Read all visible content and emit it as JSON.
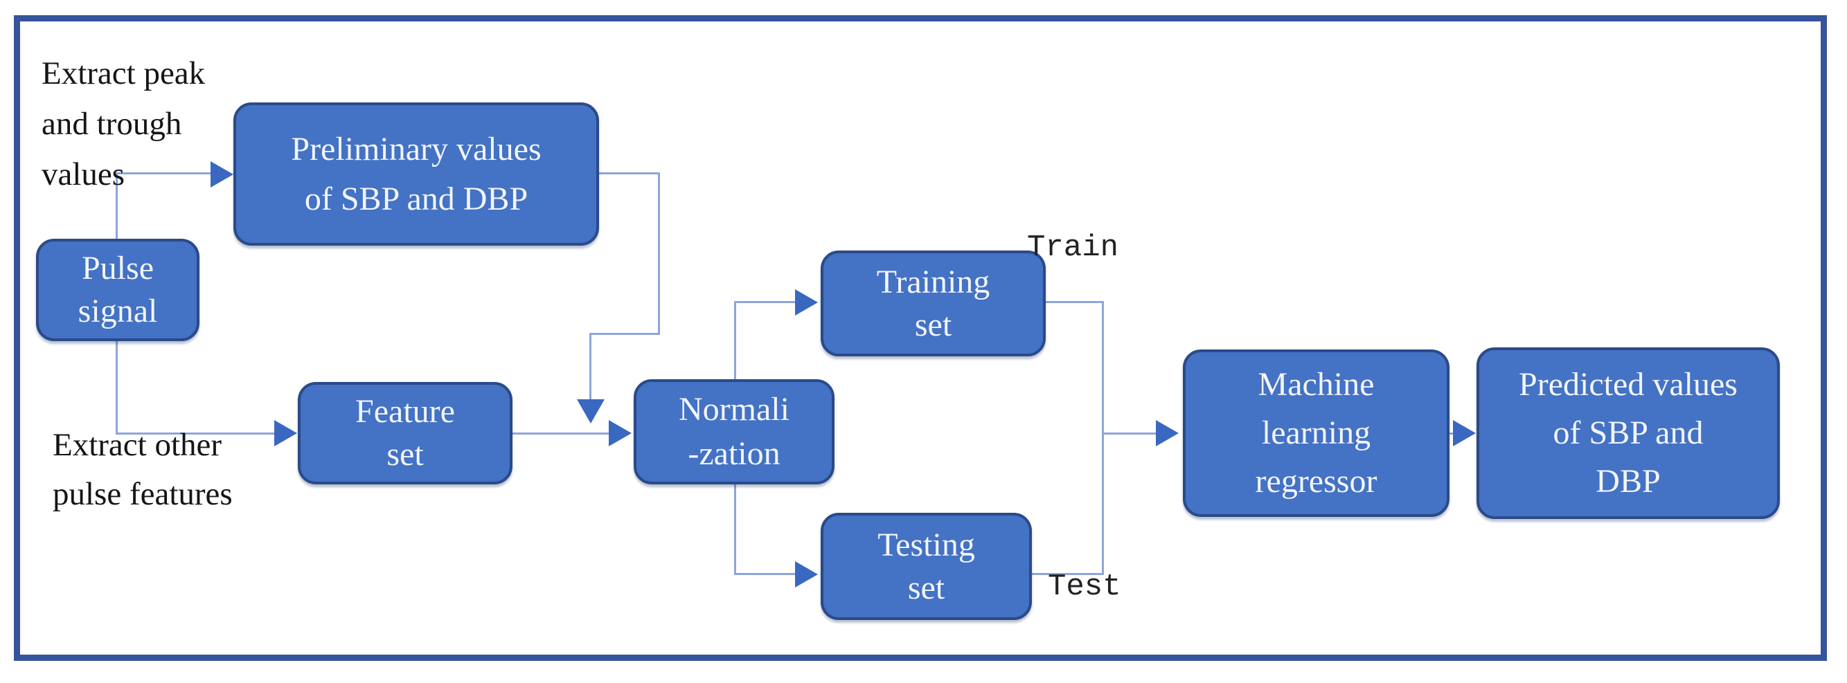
{
  "diagram": {
    "title": "Blood pressure prediction flowchart",
    "nodes": {
      "pulse_signal": {
        "label": "Pulse\nsignal"
      },
      "preliminary": {
        "label": "Preliminary values\nof SBP and DBP"
      },
      "feature_set": {
        "label": "Feature\nset"
      },
      "normalization": {
        "label": "Normali\n-zation"
      },
      "training_set": {
        "label": "Training\nset"
      },
      "testing_set": {
        "label": "Testing\nset"
      },
      "ml_regressor": {
        "label": "Machine\nlearning\nregressor"
      },
      "predicted": {
        "label": "Predicted values\nof SBP and\nDBP"
      }
    },
    "annotations": {
      "extract_peak": "Extract peak\nand trough\nvalues",
      "extract_other": "Extract other\npulse features",
      "train": "Train",
      "test": "Test"
    },
    "colors": {
      "node_fill": "#4472C4",
      "node_border": "#2B4A8A",
      "node_text": "#F2F5FC",
      "connector_line": "#8CA5DB",
      "arrowhead": "#3A68C0",
      "frame_border": "#35549B",
      "annotation_text": "#151515",
      "background": "#FFFFFF"
    }
  }
}
